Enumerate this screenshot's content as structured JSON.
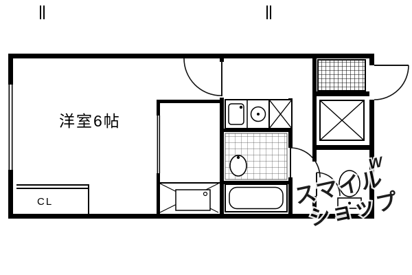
{
  "plan": {
    "room_label": "洋室6帖",
    "closet_label": "CL"
  },
  "watermark": {
    "line1": "スマイル",
    "line2": "ショップ",
    "logo_letter": "W",
    "color": "#8f68b8"
  },
  "palette": {
    "wall": "#000000",
    "thin_line": "#111111",
    "background": "#ffffff"
  },
  "icons": {
    "fixtures": [
      "kitchen-sink-icon",
      "stove-burner-icon",
      "bathtub-icon",
      "wash-basin-icon",
      "toilet-icon",
      "washing-machine-pan-icon",
      "door-swing-arc-icon",
      "tile-hatch-icon",
      "cross-hatch-storage-icon",
      "closet-sliding-door-icon",
      "window-icon"
    ]
  }
}
